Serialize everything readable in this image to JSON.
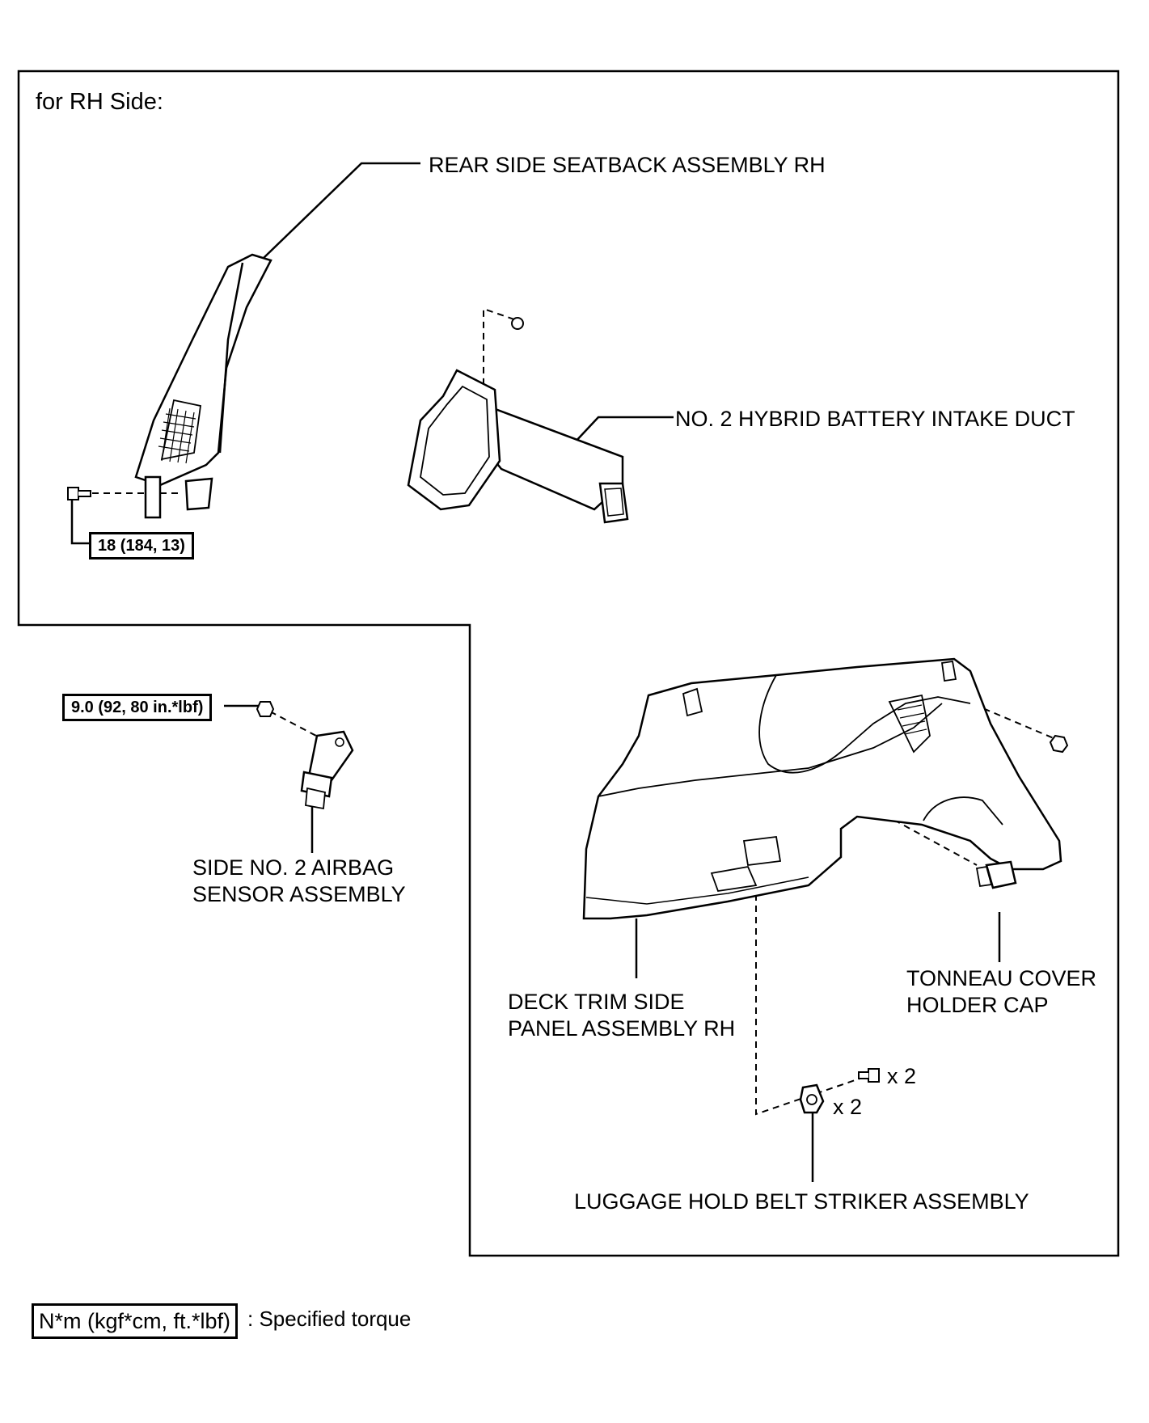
{
  "section_title": "for RH Side:",
  "parts": {
    "rear_side_seatback": "REAR SIDE SEATBACK ASSEMBLY RH",
    "intake_duct": "NO. 2 HYBRID BATTERY INTAKE DUCT",
    "airbag_sensor_line1": "SIDE NO. 2 AIRBAG",
    "airbag_sensor_line2": "SENSOR ASSEMBLY",
    "deck_trim_line1": "DECK TRIM SIDE",
    "deck_trim_line2": "PANEL ASSEMBLY RH",
    "tonneau_line1": "TONNEAU COVER",
    "tonneau_line2": "HOLDER CAP",
    "luggage_striker": "LUGGAGE HOLD BELT STRIKER ASSEMBLY"
  },
  "torques": {
    "seatback_bolt": "18 (184, 13)",
    "airbag_nut": "9.0 (92, 80 in.*lbf)"
  },
  "quantities": {
    "striker_bolt": "x 2",
    "striker": "x 2"
  },
  "legend": {
    "unit_box": "N*m (kgf*cm, ft.*lbf)",
    "description": ": Specified torque"
  }
}
